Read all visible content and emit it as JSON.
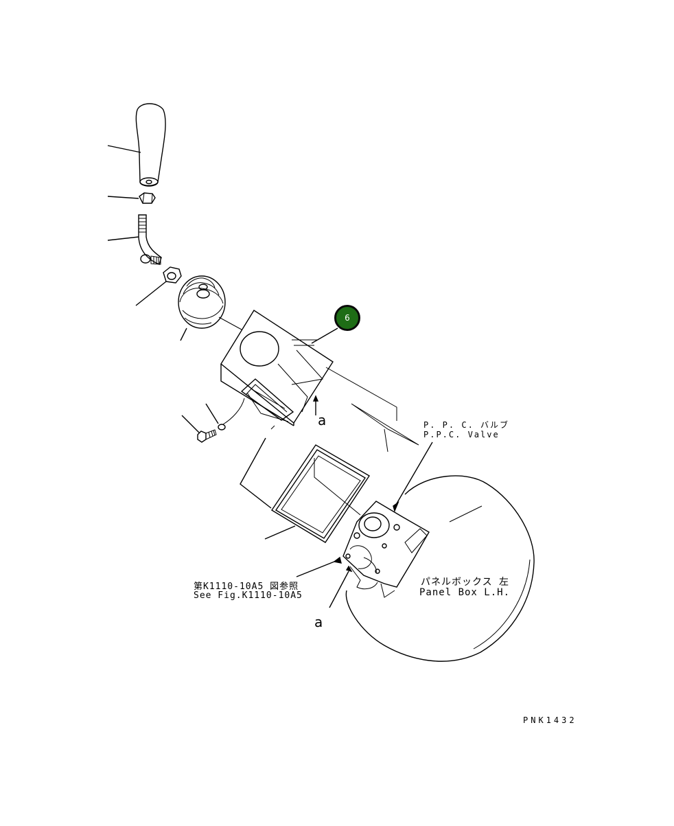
{
  "callout": {
    "number": "6",
    "color": "#1e6d16"
  },
  "labels": {
    "ppc_valve_jp": "P. P. C. バルブ",
    "ppc_valve_en": "P.P.C. Valve",
    "ref_fig_jp": "第K1110-10A5 図参照",
    "ref_fig_en": "See Fig.K1110-10A5",
    "panel_box_jp": "パネルボックス 左",
    "panel_box_en": "Panel Box L.H.",
    "view_a_upper": "a",
    "view_a_lower": "a",
    "drawing_code": "PNK1432"
  }
}
